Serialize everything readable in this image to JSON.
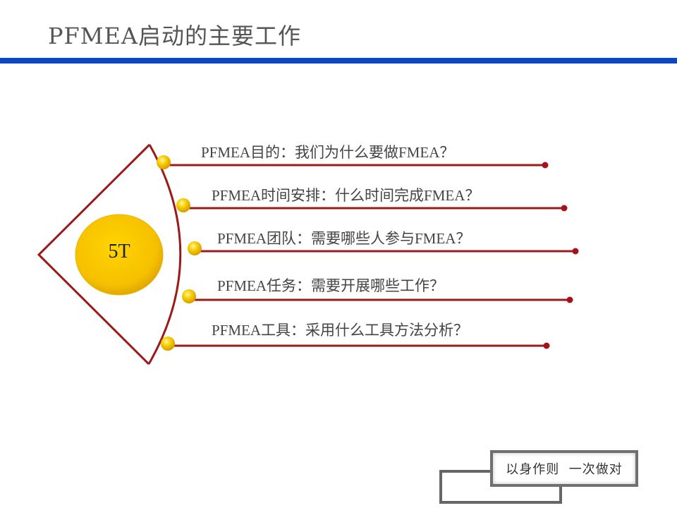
{
  "header": {
    "title": "PFMEA启动的主要工作",
    "bar_color": "#0a47c1"
  },
  "diagram": {
    "center_label": "5T",
    "accent_color": "#9b1b1b",
    "ball_color": "#f5c400",
    "items": [
      {
        "label": "PFMEA目的：我们为什么要做FMEA？"
      },
      {
        "label": "PFMEA时间安排：什么时间完成FMEA？"
      },
      {
        "label": "PFMEA团队：需要哪些人参与FMEA？"
      },
      {
        "label": "PFMEA任务：需要开展哪些工作？"
      },
      {
        "label": "PFMEA工具：采用什么工具方法分析？"
      }
    ]
  },
  "footer": {
    "motto": "以身作则  一次做对"
  }
}
